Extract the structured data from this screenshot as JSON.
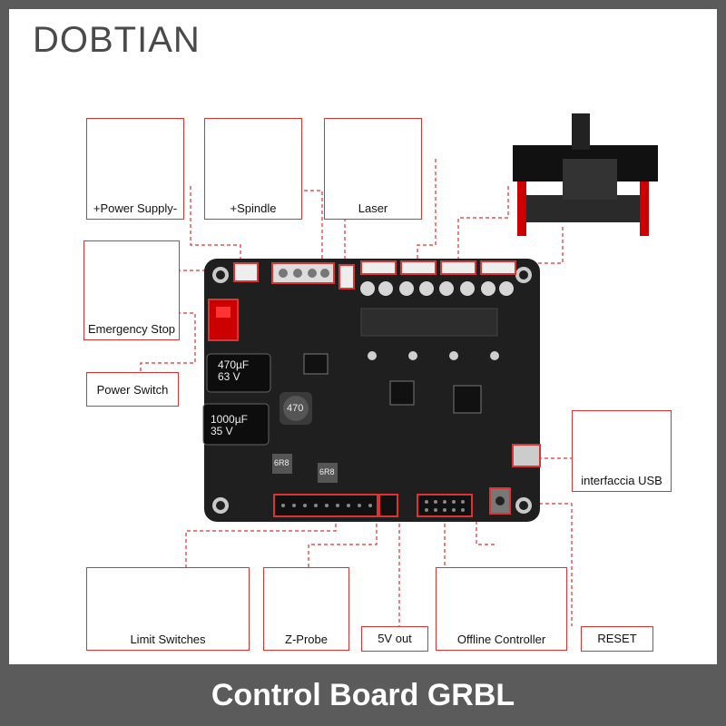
{
  "brand": "DOBTIAN",
  "footer_title": "Control Board GRBL",
  "components": {
    "power_supply": "+Power Supply-",
    "spindle": "+Spindle",
    "laser": "Laser",
    "emergency_stop": "Emergency Stop",
    "power_switch": "Power Switch",
    "usb": "interfaccia USB",
    "limit_switches": "Limit Switches",
    "z_probe": "Z-Probe",
    "five_v_out": "5V out",
    "offline_controller": "Offline Controller",
    "reset": "RESET"
  },
  "board_markings": {
    "cap1_value": "470µF",
    "cap1_v": "63 V",
    "cap2_value": "1000µF",
    "cap2_v": "35 V",
    "inductor": "470",
    "res1": "6R8",
    "res2": "6R8"
  },
  "colors": {
    "accent_red": "#d33333",
    "board": "#1f1f1f",
    "frame": "#5b5b5b"
  }
}
